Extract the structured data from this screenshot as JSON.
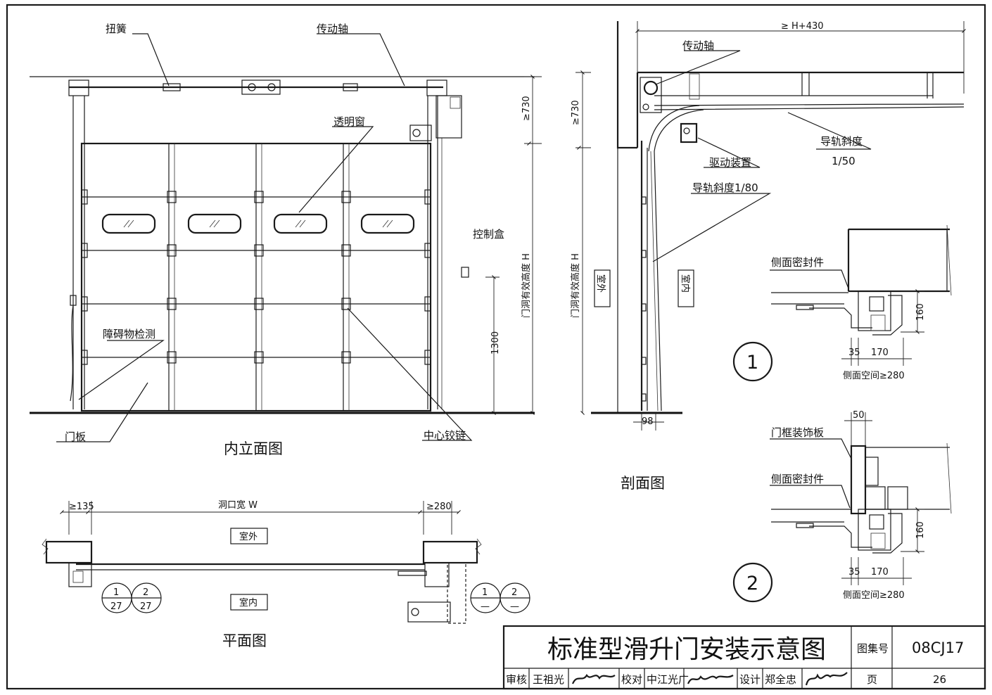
{
  "elevation": {
    "title": "内立面图",
    "labels": {
      "torsion_spring": "扭簧",
      "drive_shaft": "传动轴",
      "window": "透明窗",
      "control_box": "控制盒",
      "obstacle": "障碍物检测",
      "panel": "门板",
      "hinge": "中心铰链"
    },
    "dims": {
      "top": "≥730",
      "height": "门洞有效高度 H",
      "box_h": "1300"
    }
  },
  "section": {
    "title": "剖面图",
    "labels": {
      "drive_shaft": "传动轴",
      "track_slope": "导轨斜度",
      "track_slope_val": "1/50",
      "drive": "驱动装置",
      "track_slope_v": "导轨斜度1/80",
      "outside": "室外",
      "inside": "室内"
    },
    "dims": {
      "top": "≥ H+430",
      "side_top": "≥730",
      "height": "门洞有效高度 H",
      "bottom": "98"
    }
  },
  "plan": {
    "title": "平面图",
    "dims": {
      "left": "≥135",
      "width": "洞口宽 W",
      "right": "≥280"
    },
    "labels": {
      "outside": "室外",
      "inside": "室内"
    },
    "refs": [
      {
        "num": "1",
        "den": "27"
      },
      {
        "num": "2",
        "den": "27"
      },
      {
        "num": "1",
        "den": "—"
      },
      {
        "num": "2",
        "den": "—"
      }
    ]
  },
  "detail1": {
    "num": "1",
    "labels": {
      "seal": "侧面密封件"
    },
    "dims": {
      "a": "35",
      "b": "170",
      "h": "160",
      "space": "侧面空间≥280"
    }
  },
  "detail2": {
    "num": "2",
    "labels": {
      "trim": "门框装饰板",
      "seal": "侧面密封件"
    },
    "dims": {
      "top": "50",
      "a": "35",
      "b": "170",
      "h": "160",
      "space": "侧面空间≥280"
    }
  },
  "titleblock": {
    "title": "标准型滑升门安装示意图",
    "atlas_label": "图集号",
    "atlas_value": "08CJ17",
    "review_label": "审核",
    "review_name": "王祖光",
    "check_label": "校对",
    "check_name": "中江光广",
    "design_label": "设计",
    "design_name": "郑全忠",
    "page_label": "页",
    "page_value": "26"
  }
}
